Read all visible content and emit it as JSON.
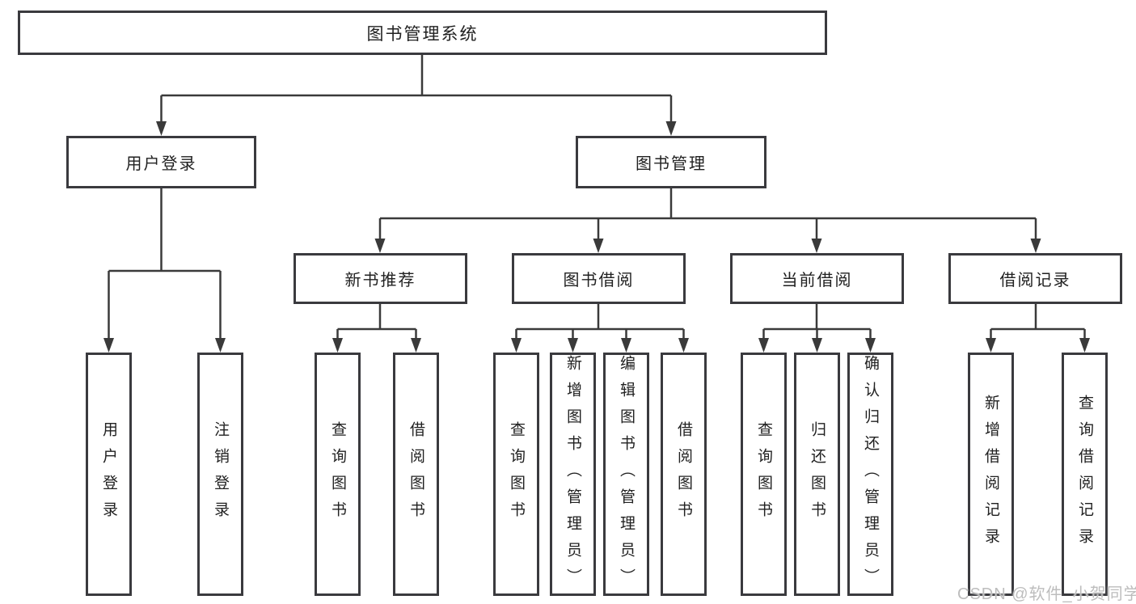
{
  "tree": {
    "label": "图书管理系统",
    "children": [
      {
        "label": "用户登录",
        "children": [
          {
            "label": "用户登录"
          },
          {
            "label": "注销登录"
          }
        ]
      },
      {
        "label": "图书管理",
        "children": [
          {
            "label": "新书推荐",
            "children": [
              {
                "label": "查询图书"
              },
              {
                "label": "借阅图书"
              }
            ]
          },
          {
            "label": "图书借阅",
            "children": [
              {
                "label": "查询图书"
              },
              {
                "label": "新增图书（管理员）"
              },
              {
                "label": "编辑图书（管理员）"
              },
              {
                "label": "借阅图书"
              }
            ]
          },
          {
            "label": "当前借阅",
            "children": [
              {
                "label": "查询图书"
              },
              {
                "label": "归还图书"
              },
              {
                "label": "确认归还（管理员）"
              }
            ]
          },
          {
            "label": "借阅记录",
            "children": [
              {
                "label": "新增借阅记录"
              },
              {
                "label": "查询借阅记录"
              }
            ]
          }
        ]
      }
    ]
  },
  "watermark": {
    "text": "CSDN @软件_小贺同学"
  },
  "style": {
    "line_color": "#3a3a3a",
    "box_border_color": "#3a3a3e",
    "text_color": "#212121",
    "watermark_color": "#bdbdbd",
    "background": "#ffffff"
  }
}
